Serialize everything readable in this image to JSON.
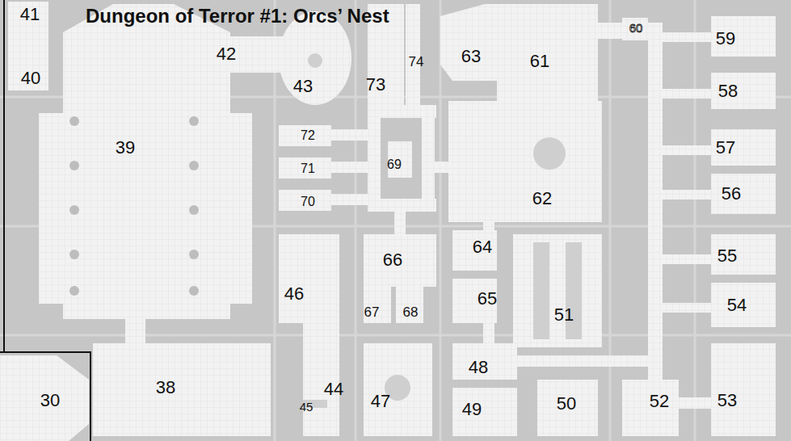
{
  "diagram": {
    "title": "Dungeon of Terror #1: Orcs’ Nest",
    "labels": [
      "41",
      "40",
      "42",
      "43",
      "73",
      "74",
      "63",
      "61",
      "60",
      "59",
      "58",
      "39",
      "72",
      "69",
      "57",
      "71",
      "56",
      "70",
      "62",
      "66",
      "64",
      "55",
      "46",
      "65",
      "51",
      "54",
      "67",
      "68",
      "48",
      "30",
      "38",
      "44",
      "45",
      "47",
      "49",
      "50",
      "52",
      "53"
    ]
  }
}
